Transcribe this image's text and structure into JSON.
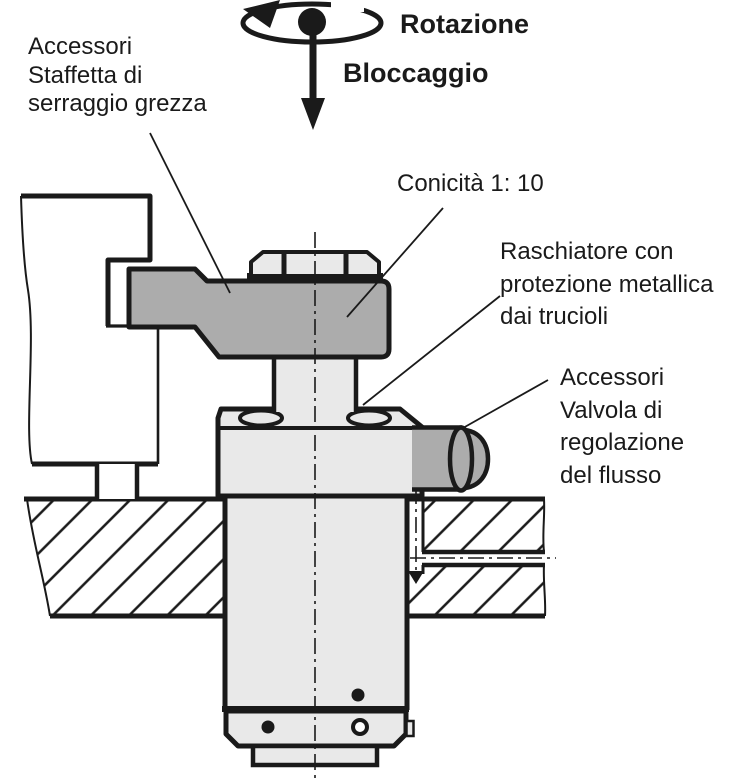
{
  "labels": {
    "rotazione": "Rotazione",
    "bloccaggio": "Bloccaggio",
    "staffetta": {
      "lines": [
        "Accessori",
        "Staffetta di",
        "serraggio grezza"
      ]
    },
    "conicita": "Conicità 1: 10",
    "raschiatore": {
      "lines": [
        "Raschiatore con",
        "protezione metallica",
        "dai trucioli"
      ]
    },
    "valvola": {
      "lines": [
        "Accessori",
        "Valvola di",
        "regolazione",
        "del flusso"
      ]
    }
  },
  "icons": {
    "rotation_symbol": "rotation-ellipse-arrow",
    "clamping_symbol": "down-arrow"
  },
  "colors": {
    "line": "#1a1a1a",
    "arm_gray": "#acacac",
    "light_gray": "#e9e9e9",
    "background": "#ffffff"
  }
}
